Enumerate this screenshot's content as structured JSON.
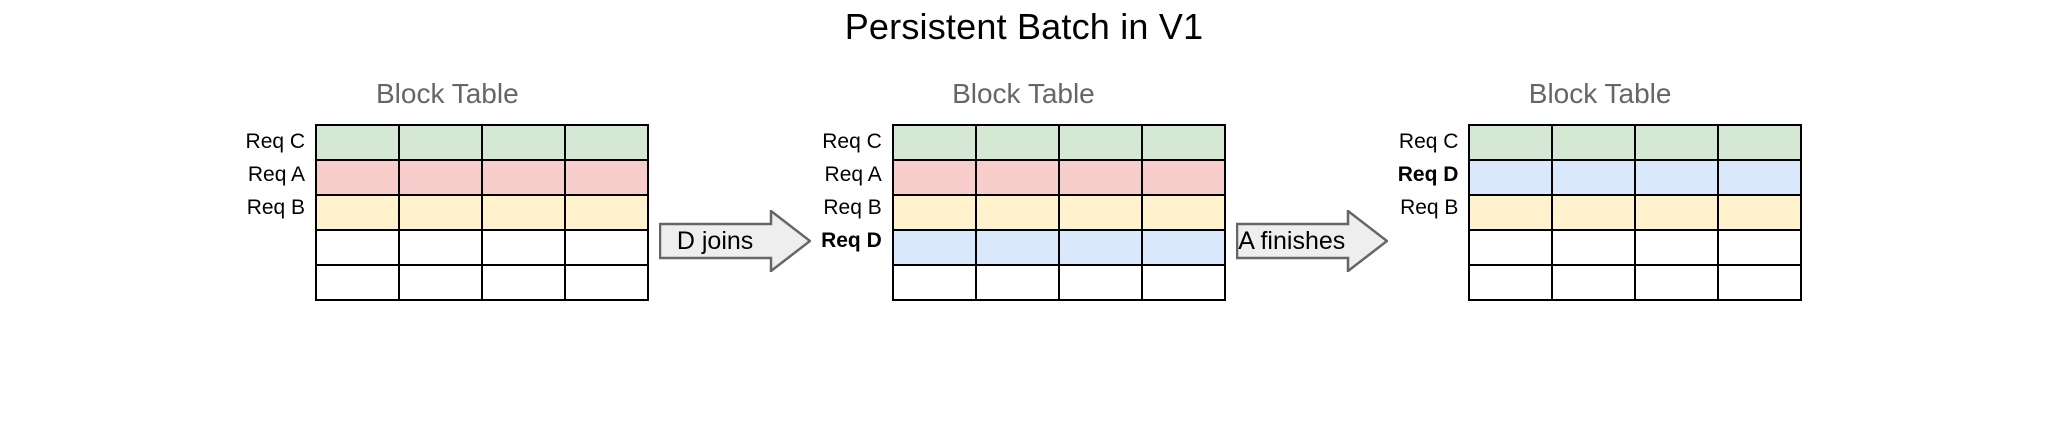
{
  "title": "Persistent Batch in V1",
  "colors": {
    "green": "#d5e8d4",
    "pink": "#f8cecc",
    "yellow": "#fff2cc",
    "blue": "#dae8fc",
    "empty": "#ffffff",
    "cell_border": "#000000",
    "caption_text": "#666666",
    "arrow_fill": "#eeeeee",
    "arrow_stroke": "#666666"
  },
  "panels": [
    {
      "caption": "Block Table",
      "columns": 4,
      "rows": [
        {
          "label": "Req C",
          "color": "green",
          "bold": false,
          "empty": false
        },
        {
          "label": "Req A",
          "color": "pink",
          "bold": false,
          "empty": false
        },
        {
          "label": "Req B",
          "color": "yellow",
          "bold": false,
          "empty": false
        },
        {
          "label": "",
          "color": "empty",
          "bold": false,
          "empty": true
        },
        {
          "label": "",
          "color": "empty",
          "bold": false,
          "empty": true
        }
      ]
    },
    {
      "caption": "Block Table",
      "columns": 4,
      "rows": [
        {
          "label": "Req C",
          "color": "green",
          "bold": false,
          "empty": false
        },
        {
          "label": "Req A",
          "color": "pink",
          "bold": false,
          "empty": false
        },
        {
          "label": "Req B",
          "color": "yellow",
          "bold": false,
          "empty": false
        },
        {
          "label": "Req D",
          "color": "blue",
          "bold": true,
          "empty": false
        },
        {
          "label": "",
          "color": "empty",
          "bold": false,
          "empty": true
        }
      ]
    },
    {
      "caption": "Block Table",
      "columns": 4,
      "rows": [
        {
          "label": "Req C",
          "color": "green",
          "bold": false,
          "empty": false
        },
        {
          "label": "Req D",
          "color": "blue",
          "bold": true,
          "empty": false
        },
        {
          "label": "Req B",
          "color": "yellow",
          "bold": false,
          "empty": false
        },
        {
          "label": "",
          "color": "empty",
          "bold": false,
          "empty": true
        },
        {
          "label": "",
          "color": "empty",
          "bold": false,
          "empty": true
        }
      ]
    }
  ],
  "arrows": [
    {
      "label": "D joins",
      "direction": "right"
    },
    {
      "label": "A finishes",
      "direction": "right"
    }
  ]
}
